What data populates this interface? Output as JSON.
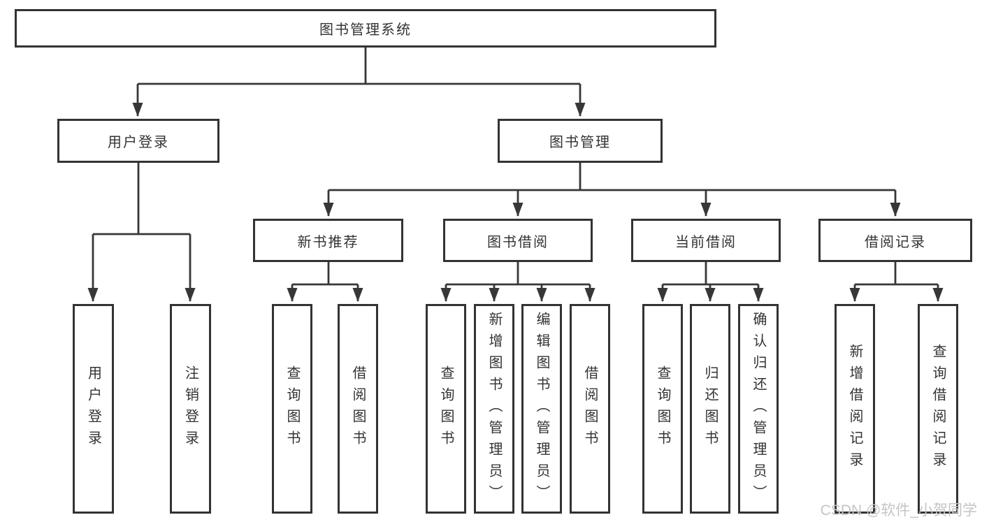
{
  "diagram": {
    "root": "图书管理系统",
    "level2": {
      "user": "用户登录",
      "book": "图书管理"
    },
    "level3": {
      "recommend": "新书推荐",
      "borrow": "图书借阅",
      "current": "当前借阅",
      "records": "借阅记录"
    },
    "leaves": {
      "user": [
        "用户登录",
        "注销登录"
      ],
      "recommend": [
        "查询图书",
        "借阅图书"
      ],
      "borrow": [
        "查询图书",
        "新增图书（管理员）",
        "编辑图书（管理员）",
        "借阅图书"
      ],
      "current": [
        "查询图书",
        "归还图书",
        "确认归还（管理员）"
      ],
      "records": [
        "新增借阅记录",
        "查询借阅记录"
      ]
    }
  },
  "watermark": "CSDN @软件_小贺同学",
  "colors": {
    "line": "#373737",
    "border": "#333333",
    "text": "#333333",
    "watermark": "#c7c3c3",
    "background": "#ffffff"
  }
}
